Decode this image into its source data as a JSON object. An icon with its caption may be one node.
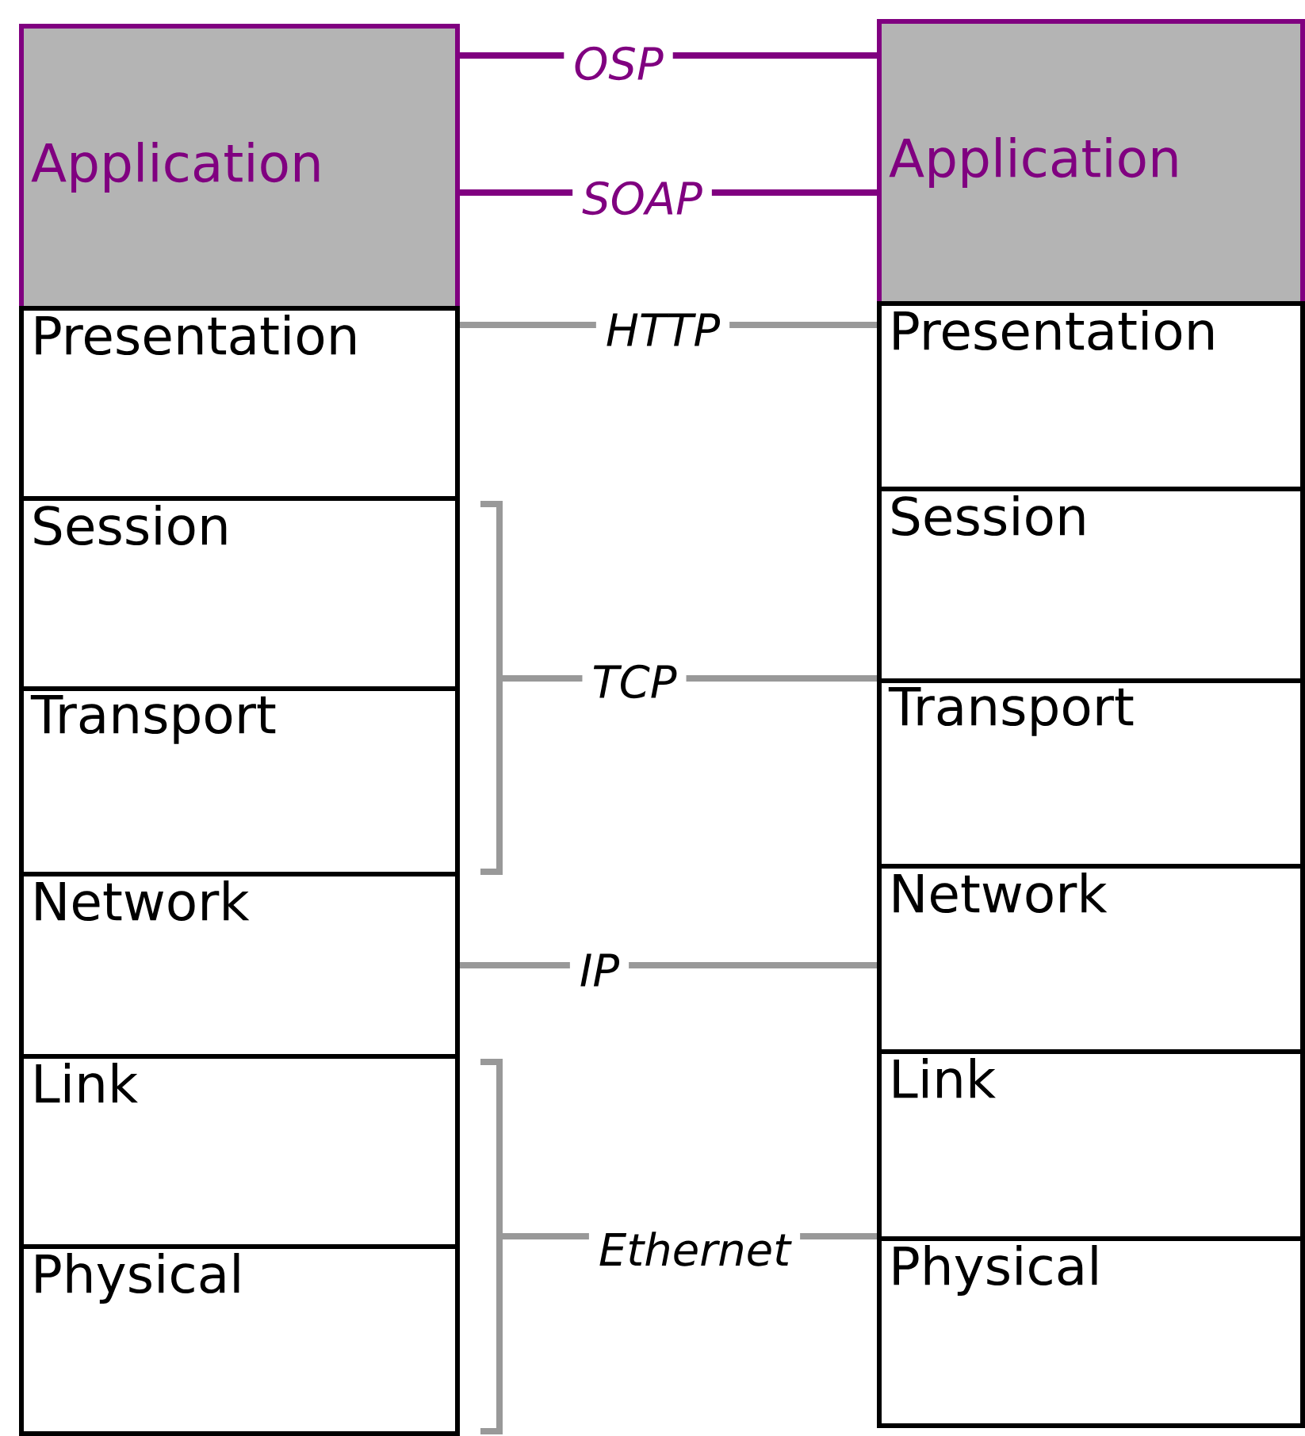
{
  "diagram": {
    "nodes": [
      {
        "text": [
          "Application"
        ]
      },
      {
        "text": [
          "Presentation"
        ]
      },
      {
        "text": [
          "Session"
        ]
      },
      {
        "text": [
          "Transport"
        ]
      },
      {
        "text": [
          "Network"
        ]
      },
      {
        "text": [
          "Link"
        ]
      },
      {
        "text": [
          "Physical"
        ]
      },
      {
        "text": [
          "Application"
        ]
      },
      {
        "text": [
          "Presentation"
        ]
      },
      {
        "text": [
          "Session"
        ]
      },
      {
        "text": [
          "Transport"
        ]
      },
      {
        "text": [
          "Network"
        ]
      },
      {
        "text": [
          "Link"
        ]
      },
      {
        "text": [
          "Physical"
        ]
      }
    ],
    "edges": [
      {
        "from": 0,
        "to": 7,
        "arrow": "none",
        "label": "OSP",
        "color": "#800080"
      },
      {
        "from": 0,
        "to": 7,
        "arrow": "none",
        "label": "SOAP",
        "color": "#800080"
      },
      {
        "from": 1,
        "to": 8,
        "arrow": "none",
        "label": "HTTP"
      },
      {
        "from": 2,
        "to": 10,
        "arrow": "none",
        "label": "TCP"
      },
      {
        "from": 3,
        "to": 10,
        "arrow": "none"
      },
      {
        "from": 4,
        "to": 11,
        "arrow": "none",
        "label": "IP"
      },
      {
        "from": 5,
        "to": 13,
        "arrow": "none",
        "label": "Ethernet"
      },
      {
        "from": 6,
        "to": 13,
        "arrow": "none"
      }
    ]
  }
}
